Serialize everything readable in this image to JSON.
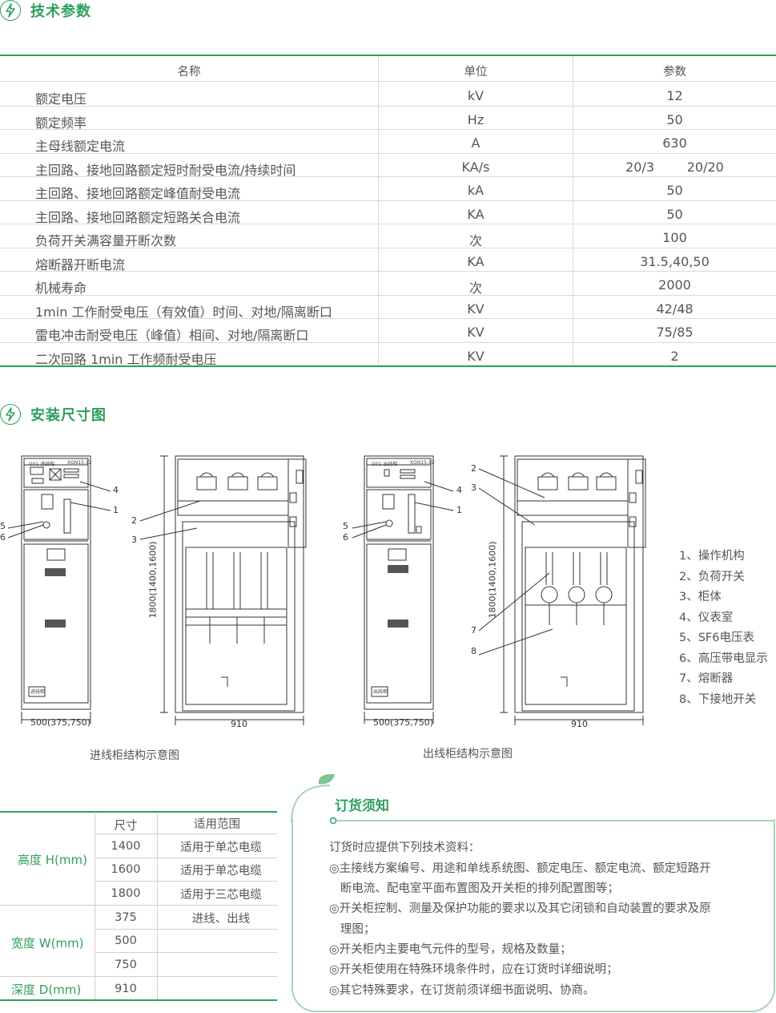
{
  "section1": {
    "title": "技术参数"
  },
  "tech_table": {
    "headers": {
      "name": "名称",
      "unit": "单位",
      "value": "参数"
    },
    "rows": [
      {
        "name": "额定电压",
        "unit": "kV",
        "value": "12"
      },
      {
        "name": "额定频率",
        "unit": "Hz",
        "value": "50"
      },
      {
        "name": "主母线额定电流",
        "unit": "A",
        "value": "630"
      },
      {
        "name": "主回路、接地回路额定短时耐受电流/持续时间",
        "unit": "KA/s",
        "value": "20/3        20/20"
      },
      {
        "name": "主回路、接地回路额定峰值耐受电流",
        "unit": "kA",
        "value": "50"
      },
      {
        "name": "主回路、接地回路额定短路关合电流",
        "unit": "KA",
        "value": "50"
      },
      {
        "name": "负荷开关满容量开断次数",
        "unit": "次",
        "value": "100"
      },
      {
        "name": "熔断器开断电流",
        "unit": "KA",
        "value": "31.5,40,50"
      },
      {
        "name": "机械寿命",
        "unit": "次",
        "value": "2000"
      },
      {
        "name": "1min 工作耐受电压（有效值）时间、对地/隔离断口",
        "unit": "KV",
        "value": "42/48"
      },
      {
        "name": "雷电冲击耐受电压（峰值）相间、对地/隔离断口",
        "unit": "KV",
        "value": "75/85"
      },
      {
        "name": "二次回路 1min 工作频耐受电压",
        "unit": "KV",
        "value": "2"
      }
    ]
  },
  "section2": {
    "title": "安装尺寸图"
  },
  "diagrams": {
    "incoming": {
      "caption": "进线柜结构示意图",
      "front_width": "500(375,750)",
      "side_width": "910",
      "height": "1800(1400,1600)",
      "panel_label_a": "G01 进线柜",
      "panel_label_b": "XGN15-12",
      "door_tag": "进线柜",
      "callouts": [
        "1",
        "2",
        "3",
        "4",
        "5",
        "6"
      ]
    },
    "outgoing": {
      "caption": "出线柜结构示意图",
      "front_width": "500(375,750)",
      "side_width": "910",
      "height": "1800(1400,1600)",
      "panel_label_a": "G01 出线柜",
      "panel_label_b": "XGN15-12",
      "door_tag": "出线柜",
      "callouts": [
        "1",
        "2",
        "3",
        "4",
        "5",
        "6",
        "7",
        "8"
      ]
    },
    "legend": [
      "1、操作机构",
      "2、负荷开关",
      "3、柜体",
      "4、仪表室",
      "5、SF6电压表",
      "6、高压带电显示",
      "7、熔断器",
      "8、下接地开关"
    ]
  },
  "size_table": {
    "headers": {
      "size": "尺寸",
      "range": "适用范围"
    },
    "height_label": "高度 H(mm)",
    "width_label": "宽度  W(mm)",
    "depth_label": "深度  D(mm)",
    "rows": [
      {
        "size": "1400",
        "range": "适用于单芯电缆"
      },
      {
        "size": "1600",
        "range": "适用于单芯电缆"
      },
      {
        "size": "1800",
        "range": "适用于三芯电缆"
      },
      {
        "size": "375",
        "range": "进线、出线"
      },
      {
        "size": "500",
        "range": ""
      },
      {
        "size": "750",
        "range": ""
      },
      {
        "size": "910",
        "range": ""
      }
    ]
  },
  "order": {
    "title": "订货须知",
    "intro": "订货时应提供下列技术资料：",
    "items": [
      "◎主接线方案编号、用途和单线系统图、额定电压、额定电流、额定短路开",
      "   断电流、配电室平面布置图及开关柜的排列配置图等；",
      "◎开关柜控制、测量及保护功能的要求以及其它闭锁和自动装置的要求及原",
      "   理图；",
      "◎开关柜内主要电气元件的型号，规格及数量；",
      "◎开关柜使用在特殊环境条件时，应在订货时详细说明；",
      "◎其它特殊要求，在订货前须详细书面说明、协商。"
    ]
  },
  "colors": {
    "accent": "#2e9f5e",
    "line": "#d9d9d9",
    "drawing": "#333333"
  }
}
